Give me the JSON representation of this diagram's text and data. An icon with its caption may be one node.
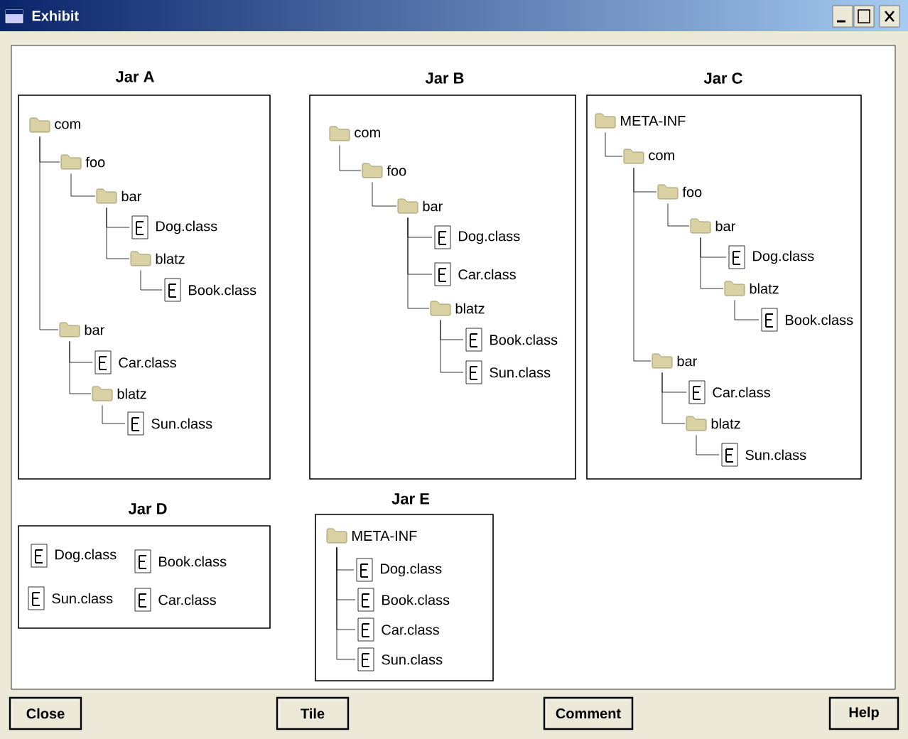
{
  "diagram": {
    "title": "Exhibit",
    "nodes": [
      {
        "text": [
          "Jar A"
        ]
      },
      {
        "text": [
          "com"
        ],
        "in": 0
      },
      {
        "text": [
          "foo"
        ],
        "in": 0
      },
      {
        "text": [
          "bar"
        ],
        "in": 0
      },
      {
        "text": [
          "Dog.class"
        ],
        "in": 0
      },
      {
        "text": [
          "blatz"
        ],
        "in": 0
      },
      {
        "text": [
          "Book.class"
        ],
        "in": 0
      },
      {
        "text": [
          "bar"
        ],
        "in": 0
      },
      {
        "text": [
          "Car.class"
        ],
        "in": 0
      },
      {
        "text": [
          "blatz"
        ],
        "in": 0
      },
      {
        "text": [
          "Sun.class"
        ],
        "in": 0
      },
      {
        "text": [
          "Jar B"
        ]
      },
      {
        "text": [
          "com"
        ],
        "in": 11
      },
      {
        "text": [
          "foo"
        ],
        "in": 11
      },
      {
        "text": [
          "bar"
        ],
        "in": 11
      },
      {
        "text": [
          "Dog.class"
        ],
        "in": 11
      },
      {
        "text": [
          "Car.class"
        ],
        "in": 11
      },
      {
        "text": [
          "blatz"
        ],
        "in": 11
      },
      {
        "text": [
          "Book.class"
        ],
        "in": 11
      },
      {
        "text": [
          "Sun.class"
        ],
        "in": 11
      },
      {
        "text": [
          "Jar C"
        ]
      },
      {
        "text": [
          "META-INF"
        ],
        "in": 20
      },
      {
        "text": [
          "com"
        ],
        "in": 20
      },
      {
        "text": [
          "foo"
        ],
        "in": 20
      },
      {
        "text": [
          "bar"
        ],
        "in": 20
      },
      {
        "text": [
          "Dog.class"
        ],
        "in": 20
      },
      {
        "text": [
          "blatz"
        ],
        "in": 20
      },
      {
        "text": [
          "Book.class"
        ],
        "in": 20
      },
      {
        "text": [
          "bar"
        ],
        "in": 20
      },
      {
        "text": [
          "Car.class"
        ],
        "in": 20
      },
      {
        "text": [
          "blatz"
        ],
        "in": 20
      },
      {
        "text": [
          "Sun.class"
        ],
        "in": 20
      },
      {
        "text": [
          "Jar D"
        ]
      },
      {
        "text": [
          "Dog.class"
        ],
        "in": 32
      },
      {
        "text": [
          "Book.class"
        ],
        "in": 32
      },
      {
        "text": [
          "Sun.class"
        ],
        "in": 32
      },
      {
        "text": [
          "Car.class"
        ],
        "in": 32
      },
      {
        "text": [
          "Jar E"
        ]
      },
      {
        "text": [
          "META-INF"
        ],
        "in": 37
      },
      {
        "text": [
          "Dog.class"
        ],
        "in": 37
      },
      {
        "text": [
          "Book.class"
        ],
        "in": 37
      },
      {
        "text": [
          "Car.class"
        ],
        "in": 37
      },
      {
        "text": [
          "Sun.class"
        ],
        "in": 37
      }
    ],
    "edges": [
      {
        "from": 1,
        "to": 2,
        "arrow": "none"
      },
      {
        "from": 2,
        "to": 3,
        "arrow": "none"
      },
      {
        "from": 3,
        "to": 4,
        "arrow": "none"
      },
      {
        "from": 3,
        "to": 5,
        "arrow": "none"
      },
      {
        "from": 5,
        "to": 6,
        "arrow": "none"
      },
      {
        "from": 1,
        "to": 7,
        "arrow": "none"
      },
      {
        "from": 7,
        "to": 8,
        "arrow": "none"
      },
      {
        "from": 7,
        "to": 9,
        "arrow": "none"
      },
      {
        "from": 9,
        "to": 10,
        "arrow": "none"
      },
      {
        "from": 12,
        "to": 13,
        "arrow": "none"
      },
      {
        "from": 13,
        "to": 14,
        "arrow": "none"
      },
      {
        "from": 14,
        "to": 15,
        "arrow": "none"
      },
      {
        "from": 14,
        "to": 16,
        "arrow": "none"
      },
      {
        "from": 14,
        "to": 17,
        "arrow": "none"
      },
      {
        "from": 17,
        "to": 18,
        "arrow": "none"
      },
      {
        "from": 17,
        "to": 19,
        "arrow": "none"
      },
      {
        "from": 21,
        "to": 22,
        "arrow": "none"
      },
      {
        "from": 22,
        "to": 23,
        "arrow": "none"
      },
      {
        "from": 23,
        "to": 24,
        "arrow": "none"
      },
      {
        "from": 24,
        "to": 25,
        "arrow": "none"
      },
      {
        "from": 24,
        "to": 26,
        "arrow": "none"
      },
      {
        "from": 26,
        "to": 27,
        "arrow": "none"
      },
      {
        "from": 22,
        "to": 28,
        "arrow": "none"
      },
      {
        "from": 28,
        "to": 29,
        "arrow": "none"
      },
      {
        "from": 28,
        "to": 30,
        "arrow": "none"
      },
      {
        "from": 30,
        "to": 31,
        "arrow": "none"
      },
      {
        "from": 38,
        "to": 39,
        "arrow": "none"
      },
      {
        "from": 38,
        "to": 40,
        "arrow": "none"
      },
      {
        "from": 38,
        "to": 41,
        "arrow": "none"
      },
      {
        "from": 38,
        "to": 42,
        "arrow": "none"
      }
    ],
    "labels": [
      "Close",
      "Tile",
      "Comment",
      "Help"
    ]
  }
}
